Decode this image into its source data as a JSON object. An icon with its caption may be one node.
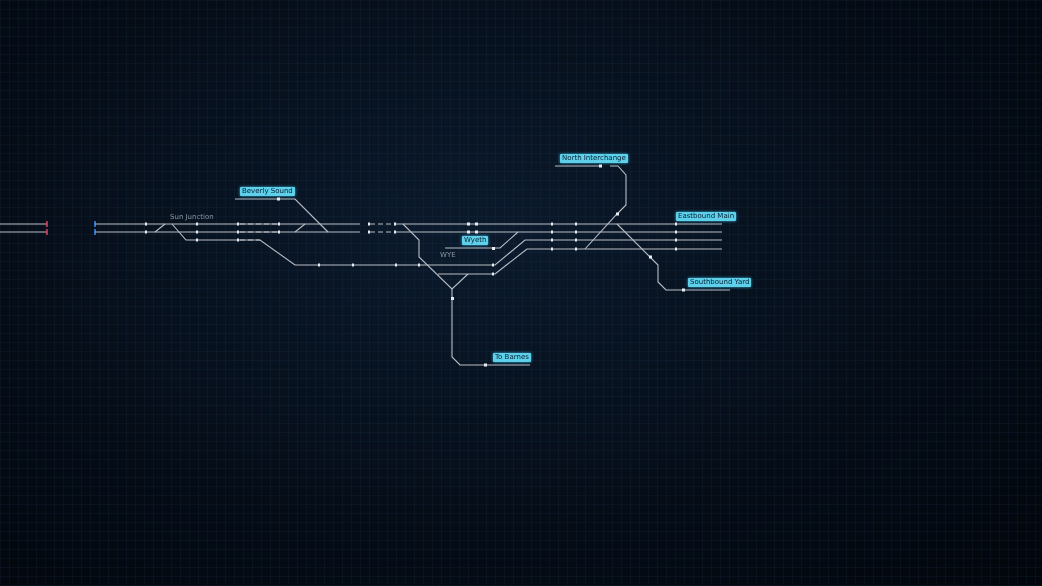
{
  "diagram": {
    "nodes": [
      {
        "text": [
          "Beverly Sound"
        ]
      },
      {
        "text": [
          "North Interchange"
        ]
      },
      {
        "text": [
          "Eastbound Main"
        ]
      },
      {
        "text": [
          "Southbound Yard"
        ]
      },
      {
        "text": [
          "Wyeth"
        ]
      },
      {
        "text": [
          "To Barnes"
        ]
      }
    ],
    "labels": [
      "Sun Junction",
      "WYE"
    ]
  }
}
